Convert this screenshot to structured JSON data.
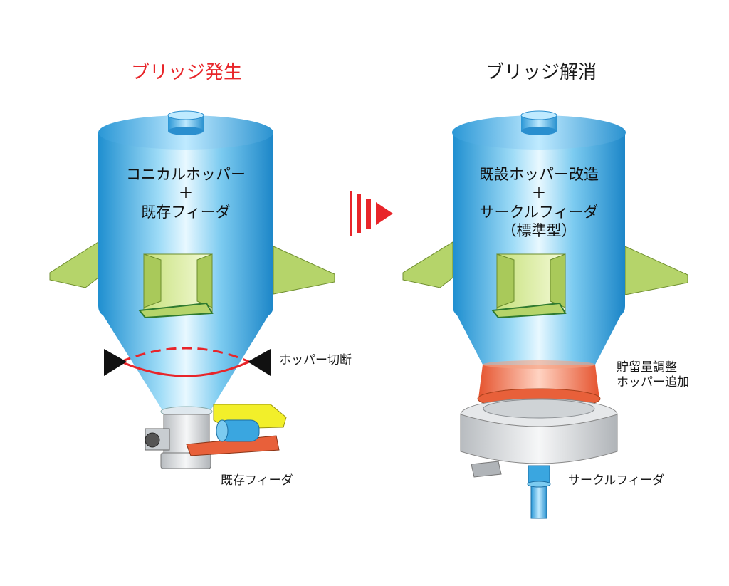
{
  "left": {
    "title": "ブリッジ発生",
    "body_line1": "コニカルホッパー",
    "body_plus": "＋",
    "body_line2": "既存フィーダ",
    "cut_label": "ホッパー切断",
    "feeder_label": "既存フィーダ"
  },
  "right": {
    "title": "ブリッジ解消",
    "body_line1": "既設ホッパー改造",
    "body_plus": "＋",
    "body_line2": "サークルフィーダ",
    "body_line3": "（標準型）",
    "hopper_label_line1": "貯留量調整",
    "hopper_label_line2": "ホッパー追加",
    "feeder_label": "サークルフィーダ"
  },
  "colors": {
    "title_red": "#e8252a",
    "hopper_blue": "#3aa6e0",
    "bracket_green": "#b5d46a",
    "added_hopper_orange": "#e8603a",
    "arrow_red": "#e8252a"
  }
}
